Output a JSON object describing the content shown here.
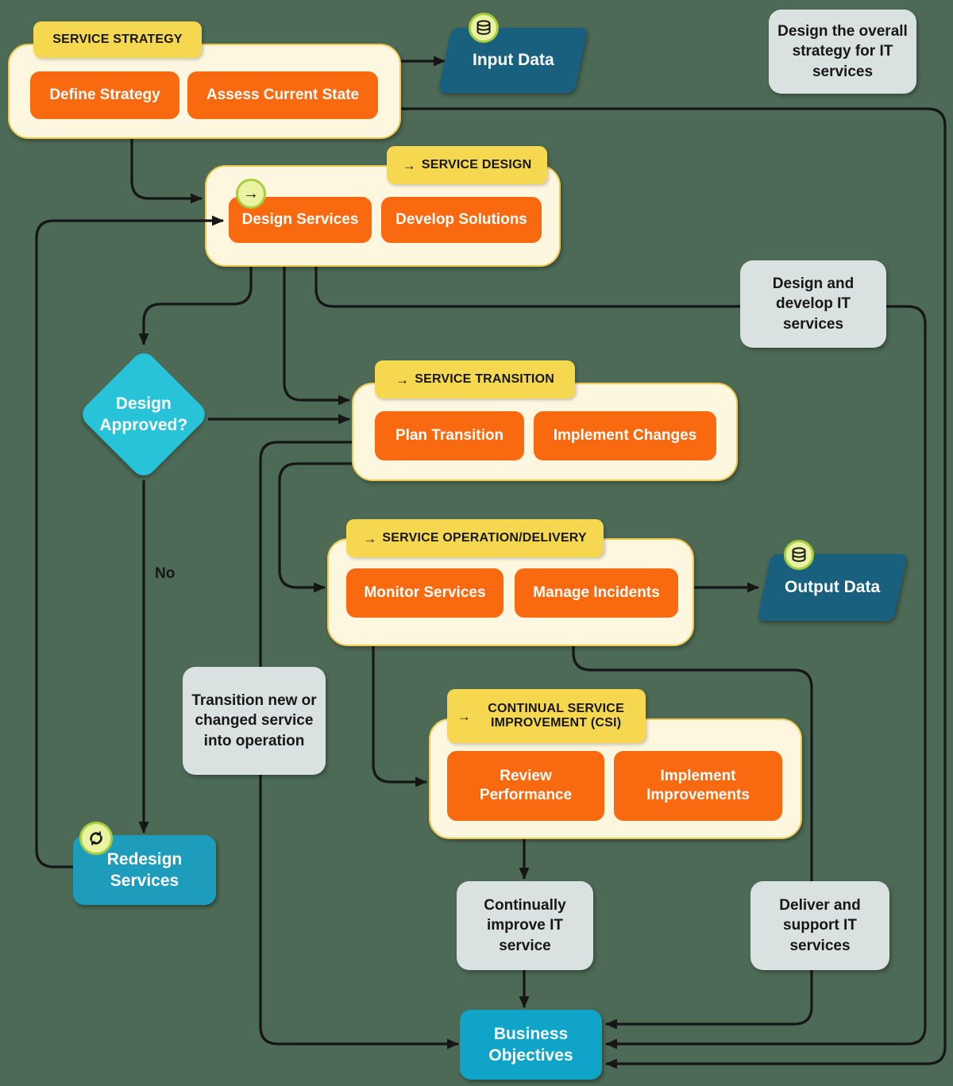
{
  "page": {
    "background": "#4C6A55"
  },
  "colors": {
    "container_fill": "#FEF7DF",
    "container_border": "#F1C94F",
    "group_label_fill": "#F5D84F",
    "button_fill": "#F9690F",
    "data_node_fill": "#19607F",
    "decision_fill": "#28C3D8",
    "redesign_fill": "#1D9CBB",
    "objectives_fill": "#10A4C8",
    "note_fill": "#D9E2E0",
    "badge_fill": "#EAF3A2",
    "badge_border": "#A8CE3E",
    "line": "#161616"
  },
  "icons": {
    "flow_arrow_glyph": "→",
    "arrow_badge_glyph": "→",
    "database_icon": "database-icon",
    "refresh_icon": "refresh-icon"
  },
  "containers": {
    "strategy": {
      "label": "SERVICE STRATEGY",
      "button1": "Define Strategy",
      "button2": "Assess Current State"
    },
    "design": {
      "label": "SERVICE DESIGN",
      "button1": "Design Services",
      "button2": "Develop Solutions"
    },
    "transition": {
      "label": "SERVICE TRANSITION",
      "button1": "Plan Transition",
      "button2": "Implement Changes"
    },
    "operation": {
      "label": "SERVICE OPERATION/DELIVERY",
      "button1": "Monitor Services",
      "button2": "Manage Incidents"
    },
    "csi": {
      "label": "CONTINUAL SERVICE IMPROVEMENT (CSI)",
      "button1": "Review Performance",
      "button2": "Implement Improvements"
    }
  },
  "nodes": {
    "input_data": {
      "label": "Input Data"
    },
    "output_data": {
      "label": "Output Data"
    },
    "decision": {
      "label": "Design Approved?",
      "branch_no": "No"
    },
    "redesign": {
      "label": "Redesign Services"
    },
    "objectives": {
      "label": "Business Objectives"
    }
  },
  "annotations": {
    "strategy_note": "Design the overall strategy for IT services",
    "design_note": "Design and develop IT services",
    "transition_note": "Transition new or changed service into operation",
    "csi_note": "Continually improve IT service",
    "operation_note": "Deliver and support IT services"
  }
}
